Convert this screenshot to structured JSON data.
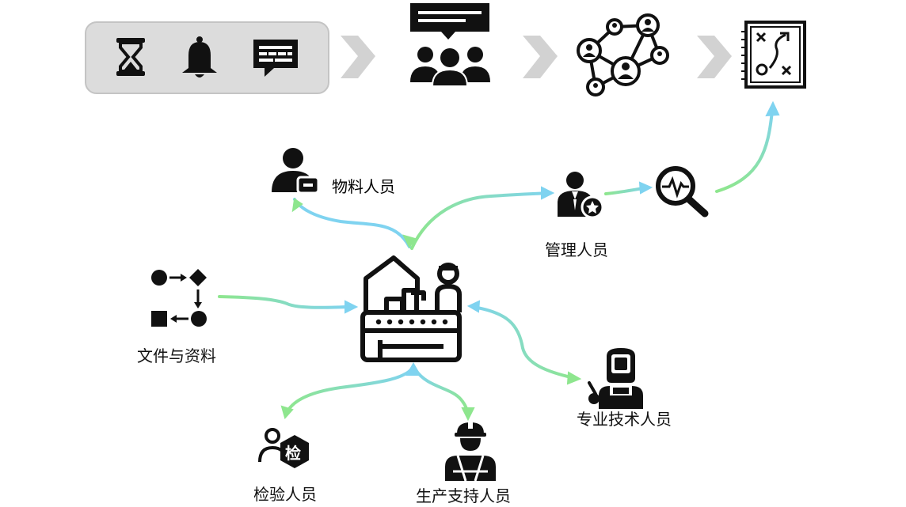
{
  "labels": {
    "material_staff": "物料人员",
    "management_staff": "管理人员",
    "documents": "文件与资料",
    "technical_staff": "专业技术人员",
    "inspection_staff": "检验人员",
    "production_staff": "生产支持人员",
    "inspection_badge": "检"
  },
  "icons": {
    "top_row": [
      "hourglass-icon",
      "bell-icon",
      "message-icon",
      "meeting-icon",
      "network-icon",
      "strategy-icon"
    ],
    "nodes": [
      "material-person-icon",
      "manager-icon",
      "monitor-icon",
      "workflow-icon",
      "factory-icon",
      "welder-icon",
      "inspector-icon",
      "worker-icon"
    ]
  },
  "colors": {
    "panel_fill": "#dcdcdc",
    "panel_border": "#c4c4c4",
    "chevron": "#d2d2d2",
    "arrow_blue": "#7fd3f0",
    "arrow_green": "#8ee68e",
    "icon": "#111111"
  }
}
